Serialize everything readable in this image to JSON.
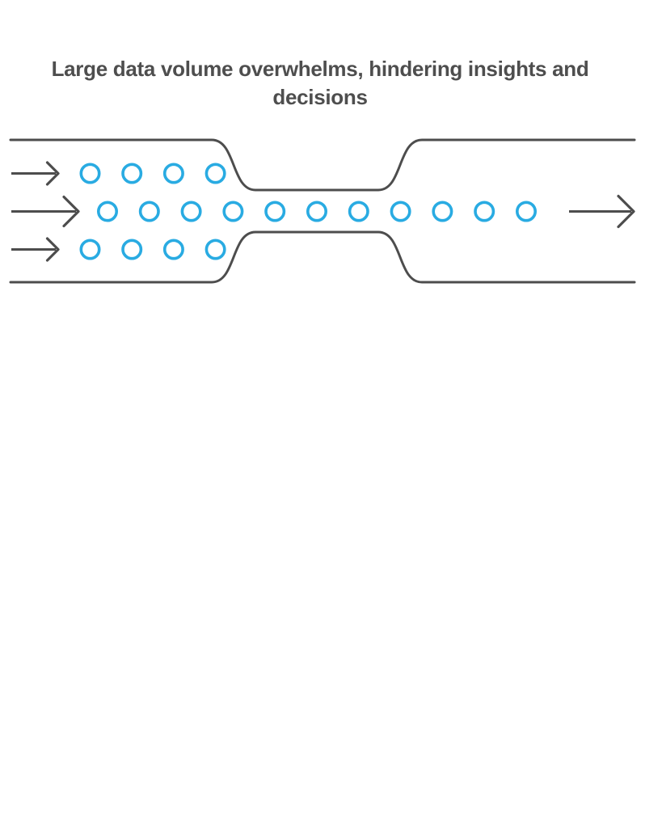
{
  "title": {
    "text": "Large data volume overwhelms, hindering insights and decisions",
    "line1": "Large data volume overwhelms, hindering insights and",
    "line2": "decisions",
    "color": "#4e4e4e"
  },
  "colors": {
    "background": "#ffffff",
    "particle_blue": "#29abe2",
    "line_gray": "#4d4d4d"
  },
  "diagram": {
    "name": "data-pipeline-bottleneck",
    "description": "Wide pipe narrowing to a bottleneck channel then widening again; data particles flow left to right",
    "inflow_arrow_count": 3,
    "outflow_arrow_count": 1,
    "particle_rows": [
      {
        "name": "top-row",
        "count": 4
      },
      {
        "name": "middle-row",
        "count": 11
      },
      {
        "name": "bottom-row",
        "count": 4
      }
    ],
    "total_particles": 19
  }
}
